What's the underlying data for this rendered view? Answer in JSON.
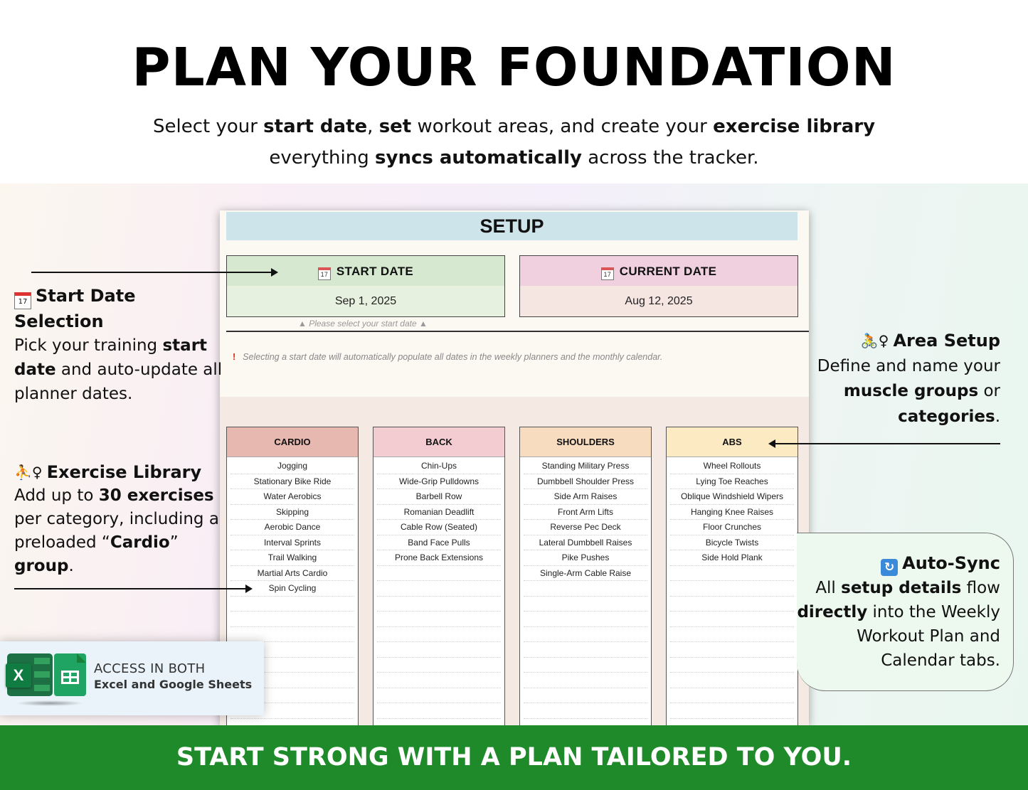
{
  "header": {
    "title": "PLAN YOUR FOUNDATION",
    "subtitle_line1": {
      "t1": "Select your ",
      "b1": "start date",
      "t2": ", ",
      "b2": "set",
      "t3": " workout areas, and create your ",
      "b3": "exercise library"
    },
    "subtitle_line2": {
      "t1": "everything ",
      "b1": "syncs automatically",
      "t2": " across the tracker."
    }
  },
  "sheet": {
    "title": "SETUP",
    "start_date": {
      "icon": "calendar-icon",
      "icon_day": "17",
      "label": "START DATE",
      "value": "Sep 1, 2025",
      "hint": "▲ Please select your start date ▲"
    },
    "current_date": {
      "icon": "calendar-icon",
      "icon_day": "17",
      "label": "CURRENT DATE",
      "value": "Aug 12, 2025"
    },
    "notice": {
      "mark": "!",
      "text": "Selecting a start date will automatically populate all dates in the weekly planners and the monthly calendar."
    },
    "categories": [
      {
        "name": "CARDIO",
        "color": "#e6b8b0",
        "exercises": [
          "Jogging",
          "Stationary Bike Ride",
          "Water Aerobics",
          "Skipping",
          "Aerobic Dance",
          "Interval Sprints",
          "Trail Walking",
          "Martial Arts Cardio",
          "Spin Cycling",
          "",
          "",
          "",
          "",
          "",
          "",
          "",
          "",
          ""
        ]
      },
      {
        "name": "BACK",
        "color": "#f2ccd0",
        "exercises": [
          "Chin-Ups",
          "Wide-Grip Pulldowns",
          "Barbell Row",
          "Romanian Deadlift",
          "Cable Row (Seated)",
          "Band Face Pulls",
          "Prone Back Extensions",
          "",
          "",
          "",
          "",
          "",
          "",
          "",
          "",
          "",
          "",
          ""
        ]
      },
      {
        "name": "SHOULDERS",
        "color": "#f8dcc0",
        "exercises": [
          "Standing Military Press",
          "Dumbbell Shoulder Press",
          "Side Arm Raises",
          "Front Arm Lifts",
          "Reverse Pec Deck",
          "Lateral Dumbbell Raises",
          "Pike Pushes",
          "Single-Arm Cable Raise",
          "",
          "",
          "",
          "",
          "",
          "",
          "",
          "",
          "",
          ""
        ]
      },
      {
        "name": "ABS",
        "color": "#fbeac2",
        "exercises": [
          "Wheel Rollouts",
          "Lying Toe Reaches",
          "Oblique Windshield Wipers",
          "Hanging Knee Raises",
          "Floor Crunches",
          "Bicycle Twists",
          "Side Hold Plank",
          "",
          "",
          "",
          "",
          "",
          "",
          "",
          "",
          "",
          "",
          ""
        ]
      }
    ]
  },
  "callouts": {
    "start_date": {
      "icon": "calendar-icon",
      "icon_day": "17",
      "title": "Start Date Selection",
      "t1": "Pick your training ",
      "b1": "start date",
      "t2": " and auto-update all planner dates."
    },
    "exercise_library": {
      "icon": "exercise-icon",
      "icon_glyph": "⛹♀",
      "title": "Exercise Library",
      "t1": "Add up to ",
      "b1": "30 exercises",
      "t2": " per category, including a preloaded “",
      "b2": "Cardio",
      "t3": "” ",
      "b3": "group",
      "t4": "."
    },
    "area_setup": {
      "icon": "cyclist-icon",
      "icon_glyph": "🚴♀",
      "title": "Area Setup",
      "t1": "Define and name your ",
      "b1": "muscle groups",
      "t2": " or ",
      "b2": "categories",
      "t3": "."
    },
    "auto_sync": {
      "icon": "sync-icon",
      "icon_glyph": "↻",
      "title": "Auto-Sync",
      "t1": "All ",
      "b1": "setup details",
      "t2": " flow ",
      "b2": "directly",
      "t3": " into the Weekly Workout Plan and Calendar tabs."
    }
  },
  "access": {
    "line1": "ACCESS IN BOTH",
    "line2": "Excel and Google Sheets",
    "excel_icon": "excel-icon",
    "excel_letter": "X",
    "sheets_icon": "google-sheets-icon"
  },
  "footer": {
    "text": "START STRONG WITH A PLAN TAILORED TO YOU."
  },
  "colors": {
    "footer": "#1f8a2a",
    "setup_bar": "#cde4ea",
    "start_header": "#d6e8cf",
    "current_header": "#f0d0de"
  }
}
